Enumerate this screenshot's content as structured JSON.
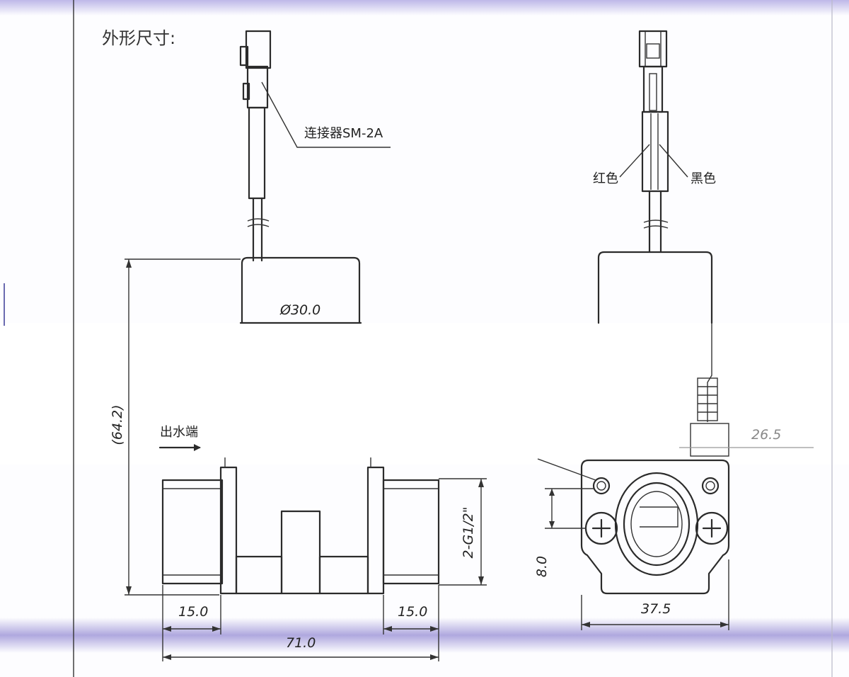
{
  "title": "外形尺寸:",
  "labels": {
    "connector": "连接器SM-2A",
    "red_wire": "红色",
    "black_wire": "黑色",
    "outlet": "出水端"
  },
  "dimensions": {
    "diameter": "Ø30.0",
    "height": "(64.2)",
    "thread": "2-G1/2\"",
    "left_thread_length": "15.0",
    "right_thread_length": "15.0",
    "total_length": "71.0",
    "flange_width": "37.5",
    "hole_offset": "8.0",
    "side_partial": "26.5"
  },
  "colors": {
    "ink": "#2b2b2b",
    "scan_tint": "#7b6fc9"
  }
}
